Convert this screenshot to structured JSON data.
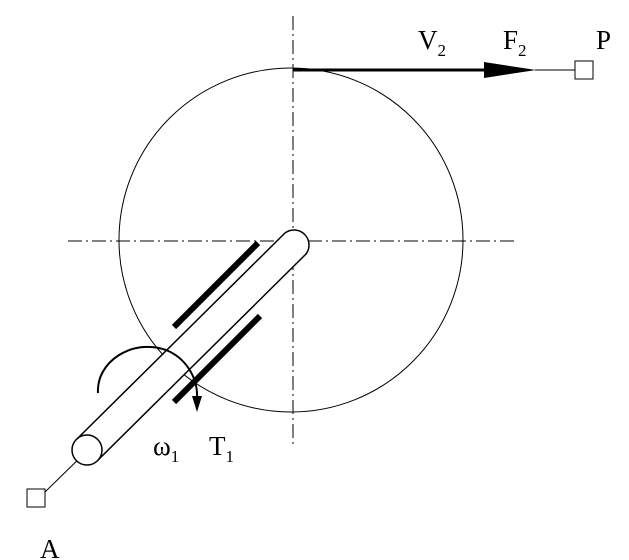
{
  "labels": {
    "velocity": {
      "symbol": "V",
      "subscript": "2"
    },
    "force": {
      "symbol": "F",
      "subscript": "2"
    },
    "point_p": "P",
    "point_a": "A",
    "angular_velocity": {
      "symbol": "ω",
      "subscript": "1"
    },
    "torque": {
      "symbol": "T",
      "subscript": "1"
    }
  },
  "colors": {
    "ink": "#000000",
    "background": "#ffffff"
  }
}
